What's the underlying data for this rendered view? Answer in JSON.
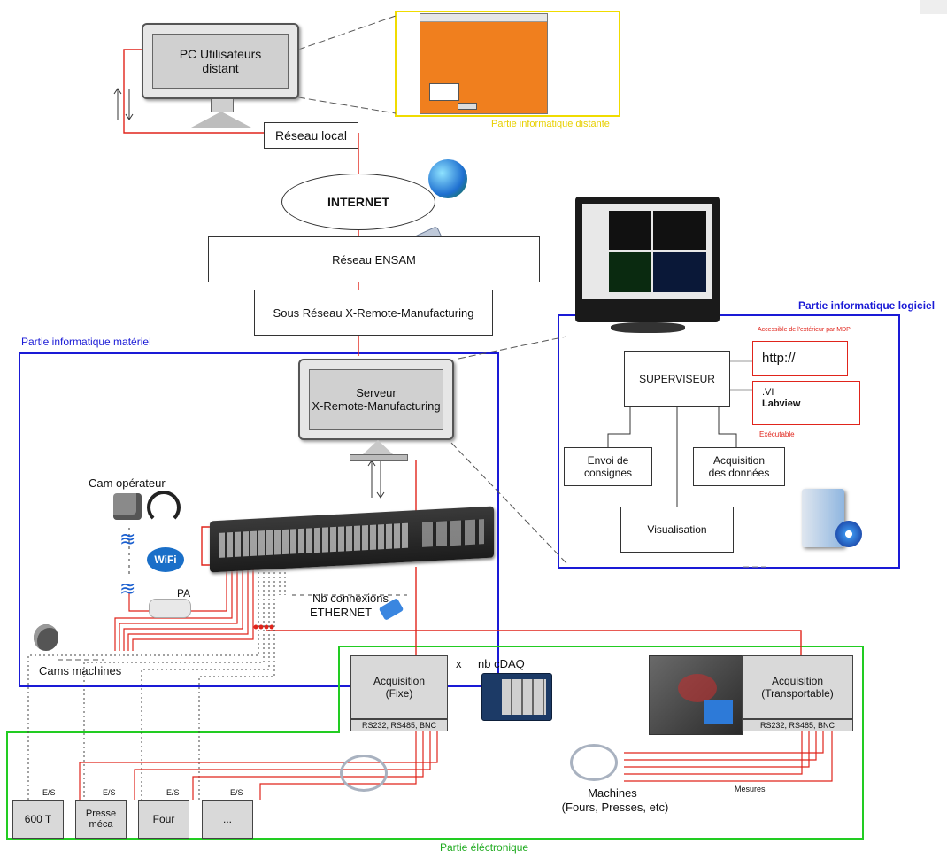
{
  "pc_distant": {
    "label_line1": "PC Utilisateurs",
    "label_line2": "distant"
  },
  "reseau_local": "Réseau local",
  "internet": "INTERNET",
  "reseau_ensam": "Réseau ENSAM",
  "sous_reseau": "Sous Réseau X-Remote-Manufacturing",
  "partie_info_distante": "Partie informatique distante",
  "partie_info_materiel": "Partie informatique matériel",
  "partie_info_logiciel": "Partie informatique logiciel",
  "partie_electronique": "Partie éléctronique",
  "serveur": {
    "line1": "Serveur",
    "line2": "X-Remote-Manufacturing"
  },
  "logiciel": {
    "accessible": "Accessible de l'extérieur par MDP",
    "superviseur": "SUPERVISEUR",
    "http": "http://",
    "vi_line1": ".VI",
    "vi_line2": "Labview",
    "executable": "Exécutable",
    "envoi_line1": "Envoi de",
    "envoi_line2": "consignes",
    "acq_line1": "Acquisition",
    "acq_line2": "des données",
    "visualisation": "Visualisation"
  },
  "materiel": {
    "cam_operateur": "Cam opérateur",
    "pa": "PA",
    "cams_machines": "Cams machines",
    "nb_connexions": "Nb connexions",
    "ethernet": "ETHERNET"
  },
  "electronique": {
    "acq_fixe_line1": "Acquisition",
    "acq_fixe_line2": "(Fixe)",
    "acq_fixe_ports": "RS232, RS485, BNC",
    "x_label": "x",
    "nb_cdaq": "nb cDAQ",
    "acq_transp_line1": "Acquisition",
    "acq_transp_line2": "(Transportable)",
    "acq_transp_ports": "RS232, RS485, BNC",
    "machines_line1": "Machines",
    "machines_line2": "(Fours, Presses, etc)",
    "mesures": "Mesures",
    "es": "E/S",
    "m600": "600 T",
    "presse_line1": "Presse",
    "presse_line2": "méca",
    "four": "Four",
    "ellipsis": "..."
  },
  "colors": {
    "red": "#e0241b",
    "blue": "#1a1ad6",
    "green": "#1faa1f",
    "yellow": "#f0dc00",
    "orange": "#f07f1e"
  }
}
